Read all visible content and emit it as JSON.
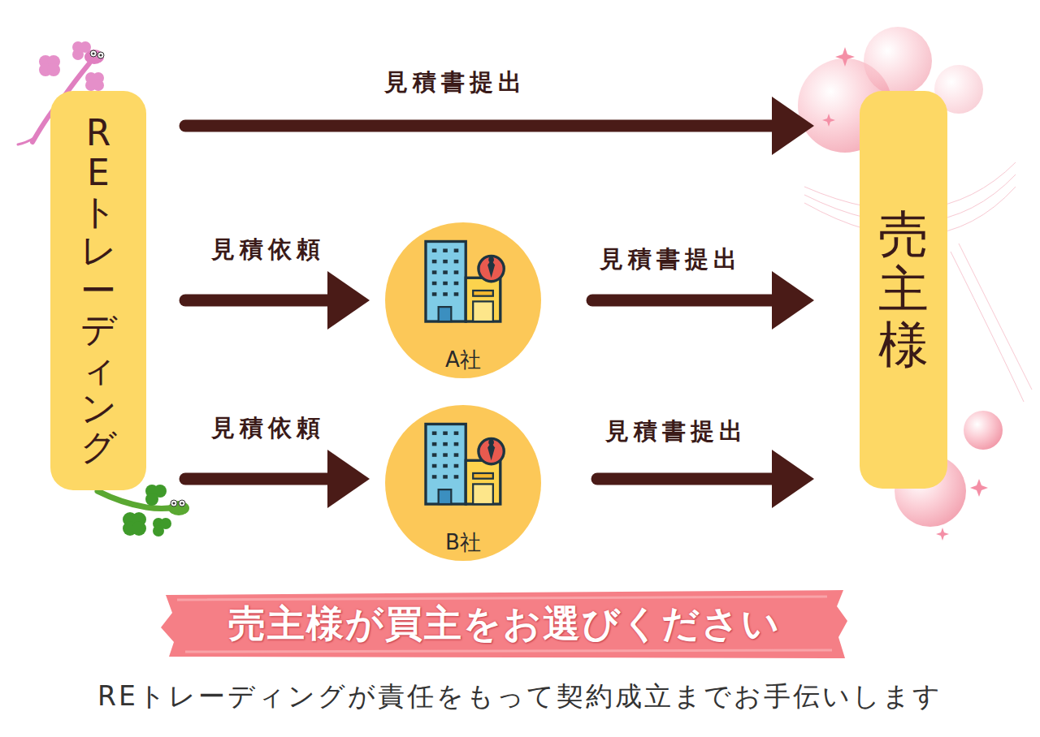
{
  "diagram": {
    "caption": "REトレーディングが責任をもって契約成立までお手伝いします",
    "nodes": [
      {
        "text": [
          "REトレーディング"
        ]
      },
      {
        "text": [
          "A社"
        ]
      },
      {
        "text": [
          "B社"
        ]
      },
      {
        "text": [
          "売主様"
        ]
      },
      {
        "text": [
          "売主様が買主をお選びください"
        ]
      }
    ],
    "edges": [
      {
        "from": 0,
        "to": 3,
        "label": "見積書提出",
        "arrow": "to"
      },
      {
        "from": 0,
        "to": 1,
        "label": "見積依頼",
        "arrow": "to"
      },
      {
        "from": 1,
        "to": 3,
        "label": "見積書提出",
        "arrow": "to"
      },
      {
        "from": 0,
        "to": 2,
        "label": "見積依頼",
        "arrow": "to"
      },
      {
        "from": 2,
        "to": 3,
        "label": "見積書提出",
        "arrow": "to"
      }
    ]
  }
}
